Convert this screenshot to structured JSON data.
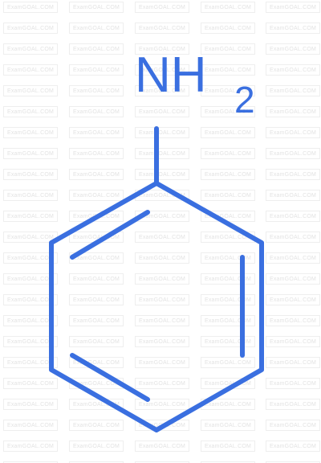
{
  "watermark": {
    "text": "ExamGOAL.COM"
  },
  "molecule": {
    "name_hint": "aniline",
    "amine_group": {
      "main": "NH",
      "subscript": "2"
    },
    "stroke_color": "#3a6fe0"
  }
}
